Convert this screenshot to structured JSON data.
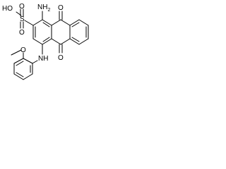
{
  "structure": {
    "labels": {
      "sulfonic_acid_hydroxyl": "HO",
      "sulfur": "S",
      "sulfonyl_oxygen_top": "O",
      "sulfonyl_oxygen_bottom": "O",
      "amino": "NH",
      "amino_subscript": "2",
      "ketone_top": "O",
      "ketone_bottom": "O",
      "secondary_amine": "NH",
      "ether_oxygen": "O"
    },
    "colors": {
      "bond": "#000000",
      "text": "#000000",
      "background": "#ffffff"
    }
  }
}
